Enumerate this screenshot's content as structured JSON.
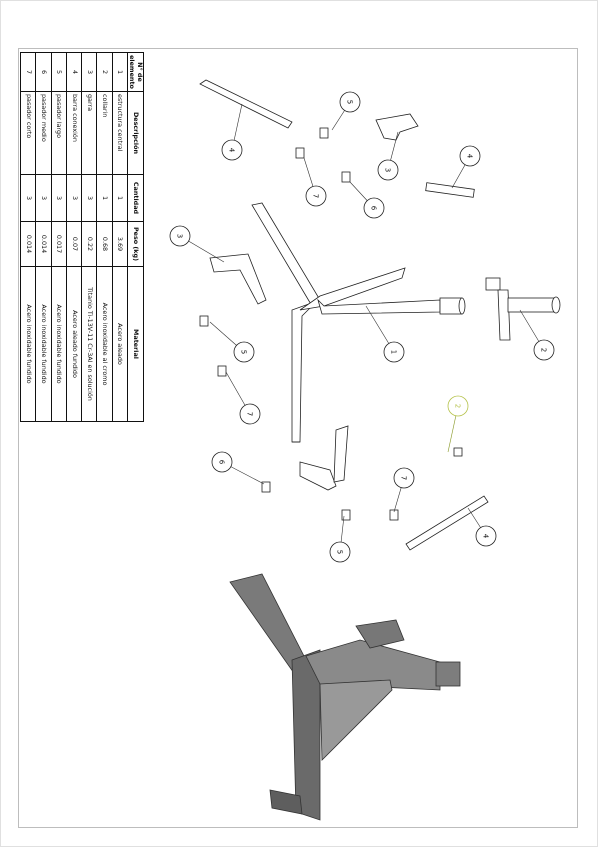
{
  "bom": {
    "headers": [
      "N° de elemento",
      "Descripción",
      "Cantidad",
      "Peso (kg)",
      "Material"
    ],
    "rows": [
      {
        "n": "1",
        "desc": "estructura central",
        "qty": "1",
        "peso": "3.69",
        "mat": "Acero aleado"
      },
      {
        "n": "2",
        "desc": "collarin",
        "qty": "1",
        "peso": "0.68",
        "mat": "Acero inoxidable al cromo"
      },
      {
        "n": "3",
        "desc": "garra",
        "qty": "3",
        "peso": "0.22",
        "mat": "Titanio Ti-13V-11 Cr-3Al en solución"
      },
      {
        "n": "4",
        "desc": "barra conexión",
        "qty": "3",
        "peso": "0.07",
        "mat": "Acero aleado fundido"
      },
      {
        "n": "5",
        "desc": "pasador largo",
        "qty": "3",
        "peso": "0.017",
        "mat": "Acero inoxidable fundido"
      },
      {
        "n": "6",
        "desc": "pasador medio",
        "qty": "3",
        "peso": "0.014",
        "mat": "Acero inoxidable fundido"
      },
      {
        "n": "7",
        "desc": "pasador corto",
        "qty": "3",
        "peso": "0.014",
        "mat": "Acero inoxidable fundido"
      }
    ]
  },
  "balloons": [
    "4",
    "5",
    "3",
    "4",
    "7",
    "6",
    "3",
    "1",
    "2",
    "5",
    "7",
    "2",
    "6",
    "7",
    "4",
    "5"
  ]
}
